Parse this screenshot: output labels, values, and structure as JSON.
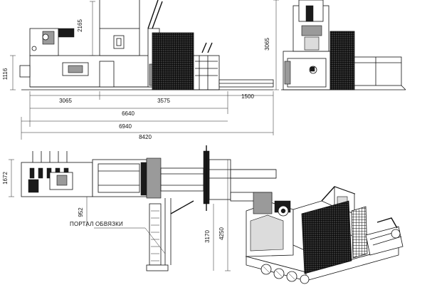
{
  "drawing": {
    "side_view": {
      "dims": {
        "height_upper": "2165",
        "height_base": "1116",
        "seg_a": "3065",
        "seg_b": "3575",
        "seg_c": "1500",
        "len_1": "6640",
        "len_2": "6940",
        "len_3": "8420"
      }
    },
    "end_view": {
      "dims": {
        "height": "3065"
      }
    },
    "plan_view": {
      "dims": {
        "width": "1672",
        "offset": "952",
        "depth_1": "3170",
        "depth_2": "4250"
      },
      "label_portal": "ПОРТАЛ ОБВЯЗКИ"
    }
  }
}
